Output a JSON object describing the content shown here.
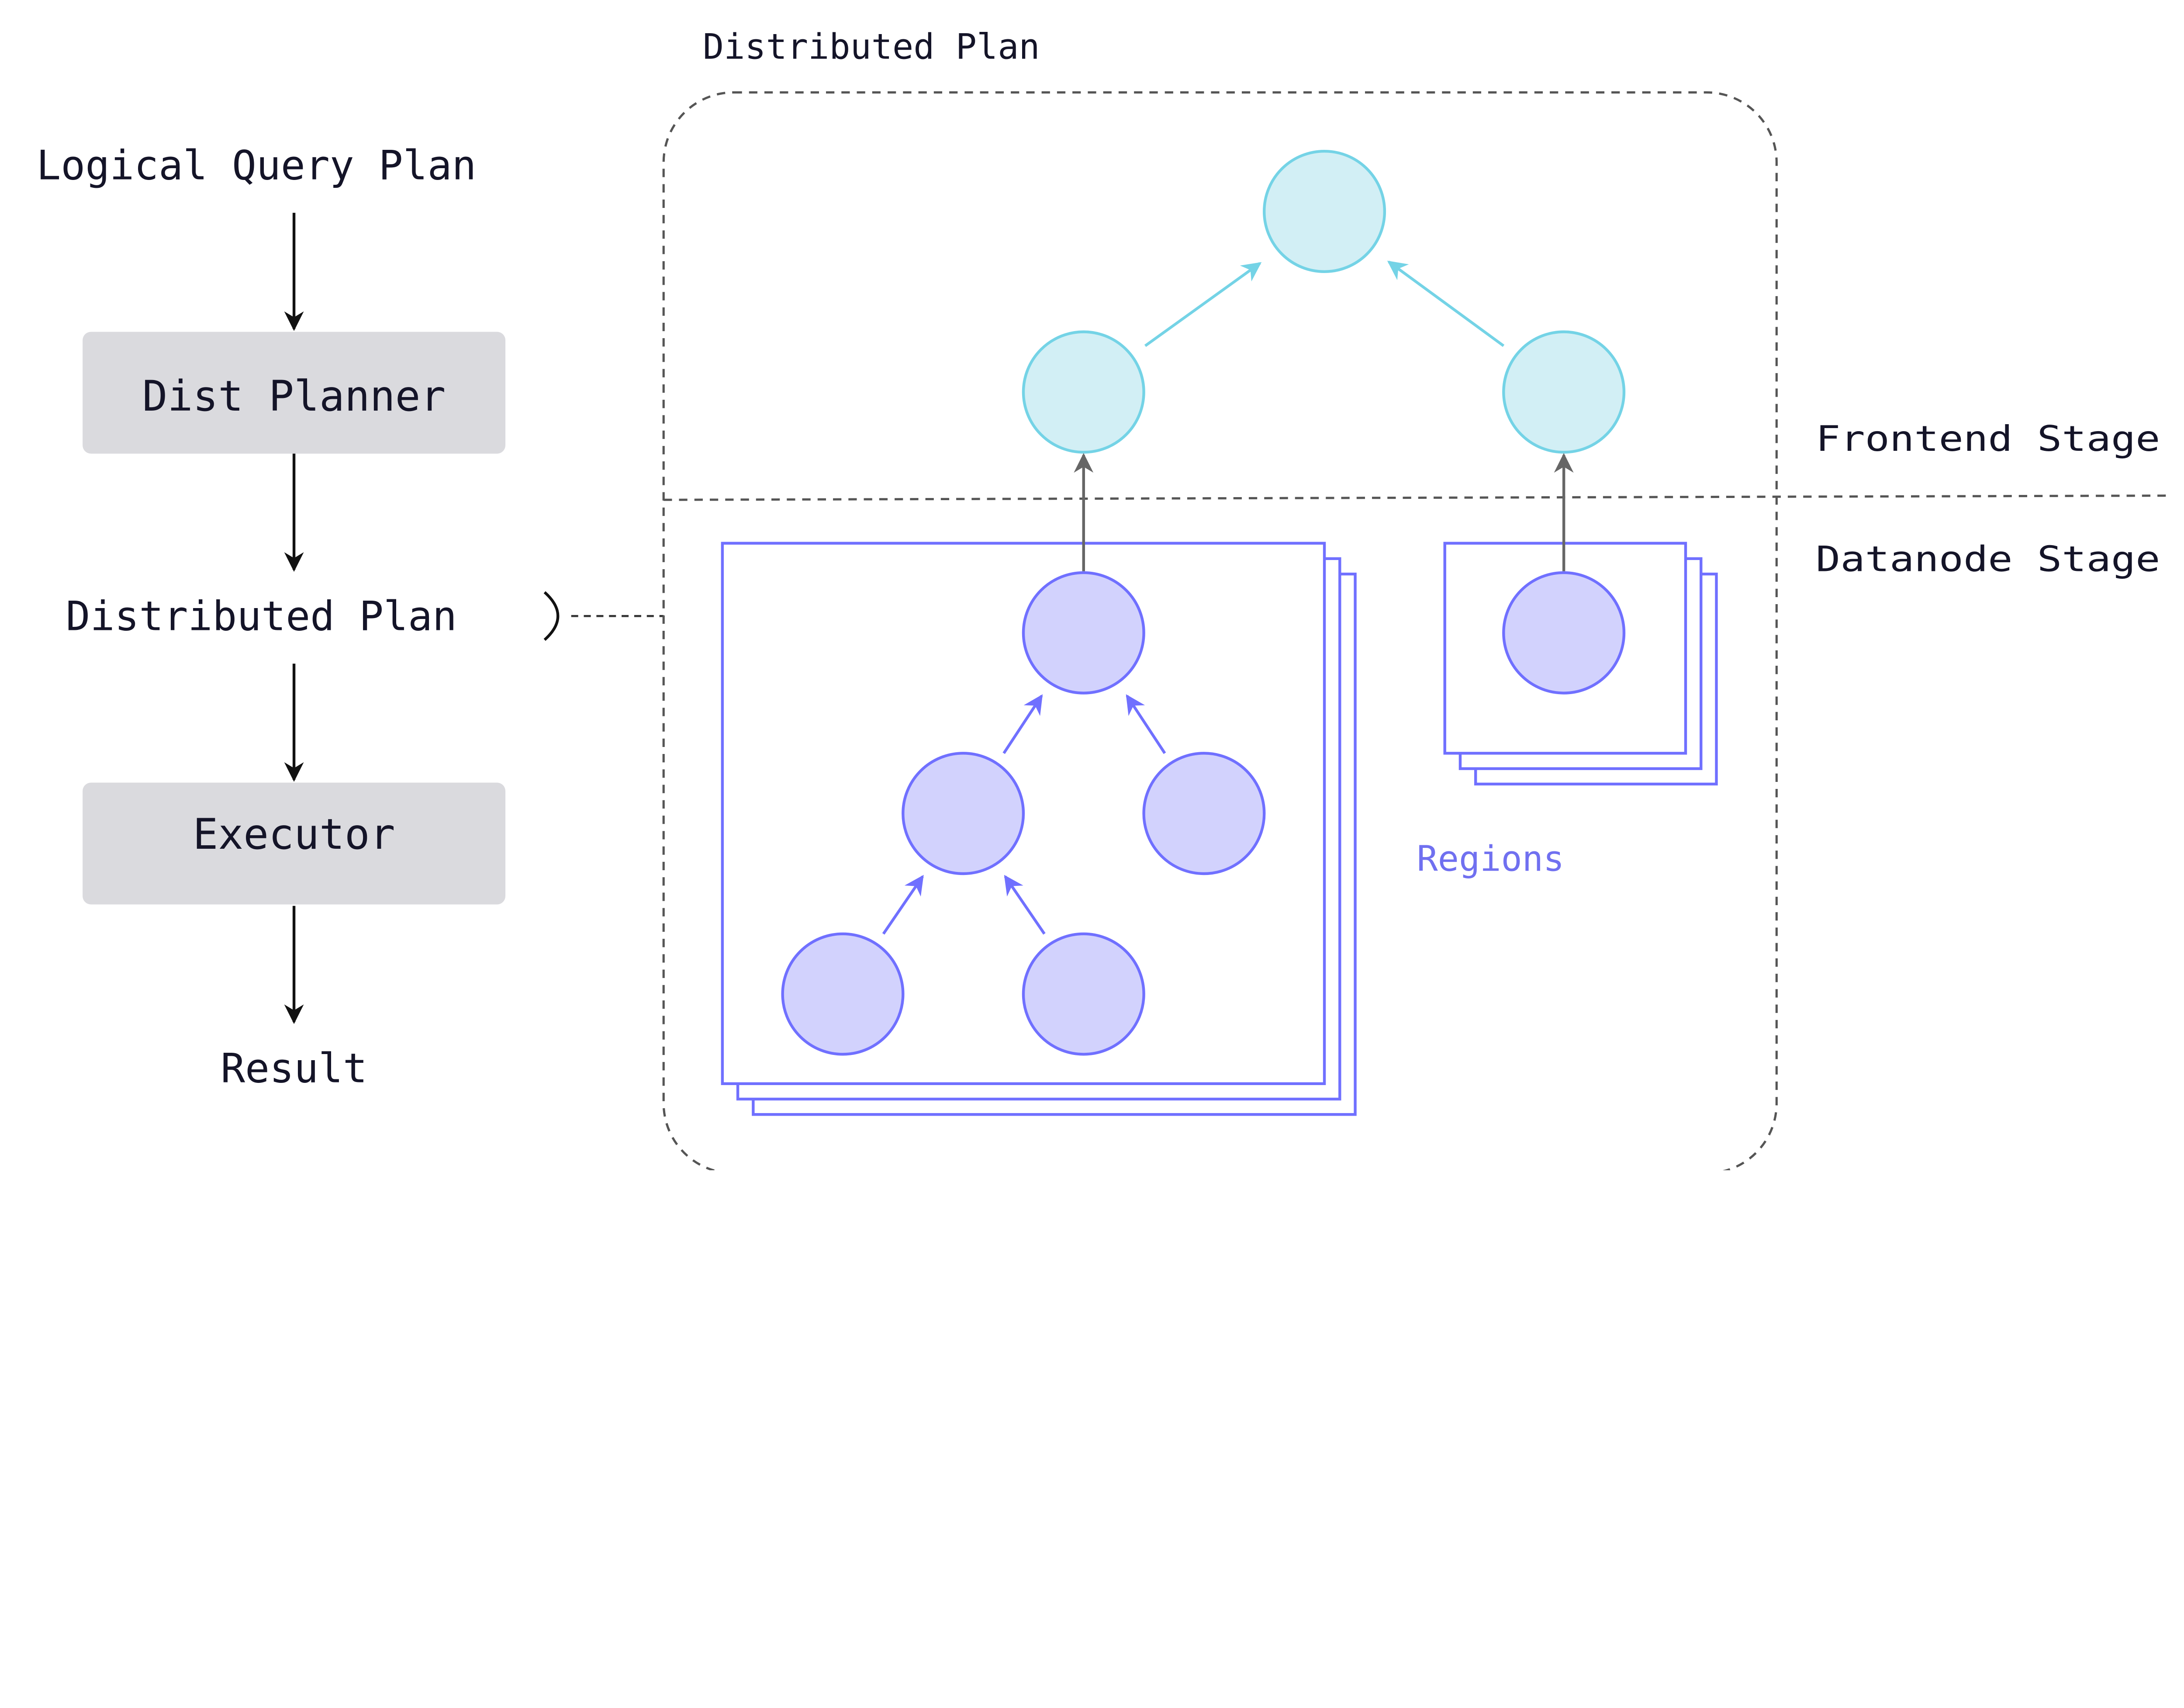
{
  "pipeline": {
    "logical_query_plan": "Logical Query Plan",
    "dist_planner": "Dist Planner",
    "distributed_plan": "Distributed Plan",
    "executor": "Executor",
    "result": "Result"
  },
  "distributed_plan_panel": {
    "title": "Distributed Plan",
    "frontend_stage": "Frontend Stage",
    "datanode_stage": "Datanode Stage",
    "regions_label": "Regions"
  },
  "colors": {
    "box_fill": "#dadade",
    "frontend_fill": "#d2eff5",
    "frontend_stroke": "#74d3e6",
    "datanode_fill": "#d2d2fd",
    "datanode_stroke": "#7070ff",
    "connector": "#666666"
  }
}
